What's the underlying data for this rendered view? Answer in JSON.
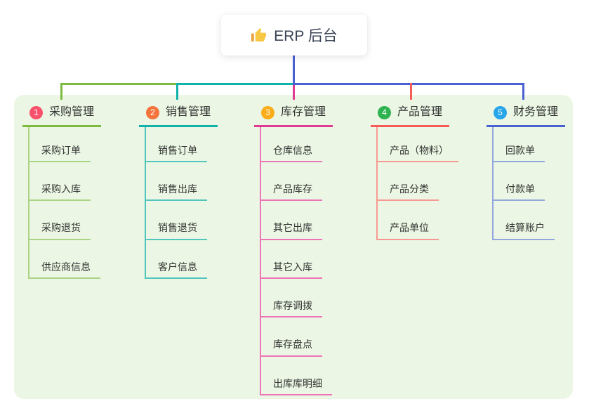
{
  "root": {
    "title": "ERP 后台",
    "icon": "thumbs-up-icon"
  },
  "colors": {
    "panel_bg": "#ebf7e4",
    "node_text": "#333333",
    "root_text": "#3b4455",
    "trunk": "#4a61d2"
  },
  "branches": [
    {
      "number": "1",
      "label": "采购管理",
      "badge_color": "#f8516c",
      "line_color": "#7cbb3f",
      "child_line_color": "#abd384",
      "children": [
        "采购订单",
        "采购入库",
        "采购退货",
        "供应商信息"
      ]
    },
    {
      "number": "2",
      "label": "销售管理",
      "badge_color": "#f5743d",
      "line_color": "#0fb3a9",
      "child_line_color": "#52c5bd",
      "children": [
        "销售订单",
        "销售出库",
        "销售退货",
        "客户信息"
      ]
    },
    {
      "number": "3",
      "label": "库存管理",
      "badge_color": "#fbac19",
      "line_color": "#e13a93",
      "child_line_color": "#ec74b7",
      "children": [
        "仓库信息",
        "产品库存",
        "其它出库",
        "其它入库",
        "库存调拨",
        "库存盘点",
        "出库库明细"
      ]
    },
    {
      "number": "4",
      "label": "产品管理",
      "badge_color": "#2fb350",
      "line_color": "#f75b57",
      "child_line_color": "#f99893",
      "children": [
        "产品（物料）",
        "产品分类",
        "产品单位"
      ]
    },
    {
      "number": "5",
      "label": "财务管理",
      "badge_color": "#27a6ea",
      "line_color": "#4a61d2",
      "child_line_color": "#93a7dd",
      "children": [
        "回款单",
        "付款单",
        "结算账户"
      ]
    }
  ]
}
